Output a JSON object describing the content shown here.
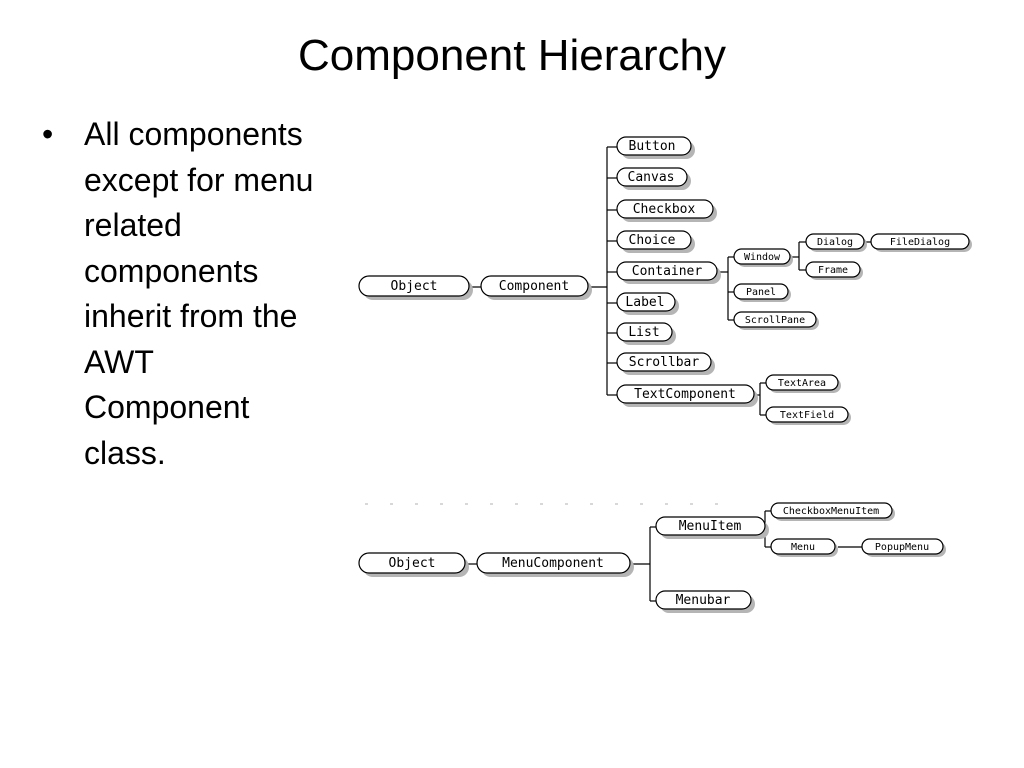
{
  "slide": {
    "title": "Component Hierarchy",
    "bullet": "All components except for menu related components inherit from the AWT Component class."
  },
  "diagram": {
    "component_tree": {
      "object": "Object",
      "component": "Component",
      "button": "Button",
      "canvas": "Canvas",
      "checkbox": "Checkbox",
      "choice": "Choice",
      "container": "Container",
      "label": "Label",
      "list": "List",
      "scrollbar": "Scrollbar",
      "textcomponent": "TextComponent",
      "window": "Window",
      "panel": "Panel",
      "scrollpane": "ScrollPane",
      "dialog": "Dialog",
      "filedialog": "FileDialog",
      "frame": "Frame",
      "textarea": "TextArea",
      "textfield": "TextField"
    },
    "menu_tree": {
      "object": "Object",
      "menucomponent": "MenuComponent",
      "menuitem": "MenuItem",
      "menubar": "Menubar",
      "checkboxmenuitem": "CheckboxMenuItem",
      "menu": "Menu",
      "popupmenu": "PopupMenu"
    }
  }
}
